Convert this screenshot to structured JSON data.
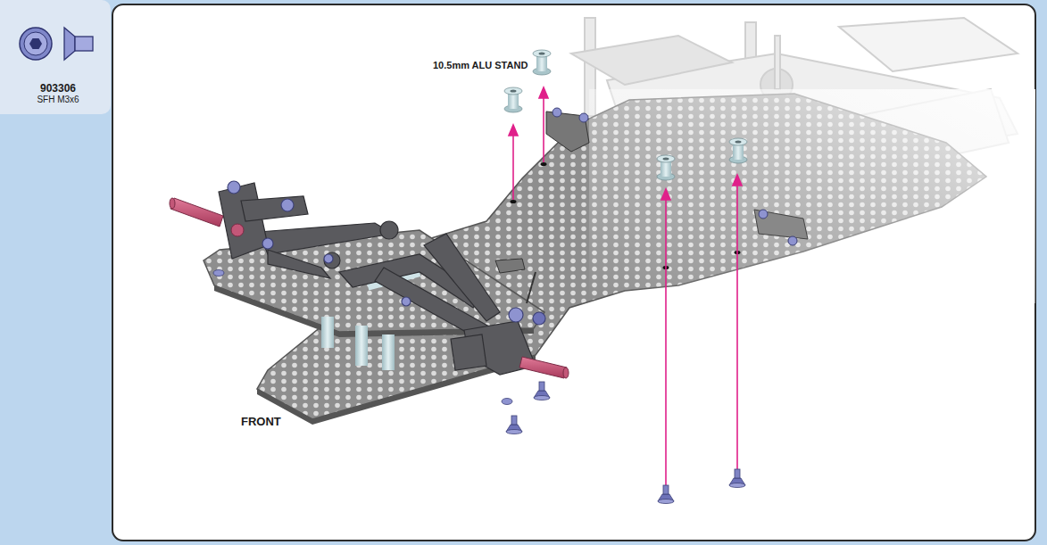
{
  "diagram": {
    "nodes": [
      {
        "text": [
          "903306",
          "SFH M3x6"
        ]
      }
    ],
    "labels": [
      "10.5mm ALU STAND",
      "FRONT"
    ]
  }
}
